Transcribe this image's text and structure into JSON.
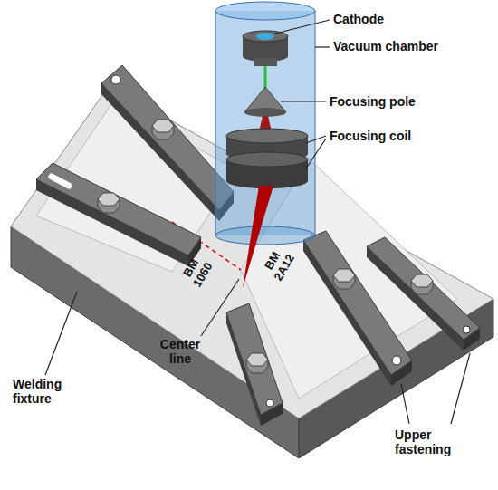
{
  "diagram": {
    "labels": [
      "Cathode",
      "Vacuum chamber",
      "Focusing pole",
      "Focusing coil",
      "BM 1060",
      "BM 2A12",
      "Center line",
      "Welding fixture",
      "Upper fastening"
    ]
  }
}
